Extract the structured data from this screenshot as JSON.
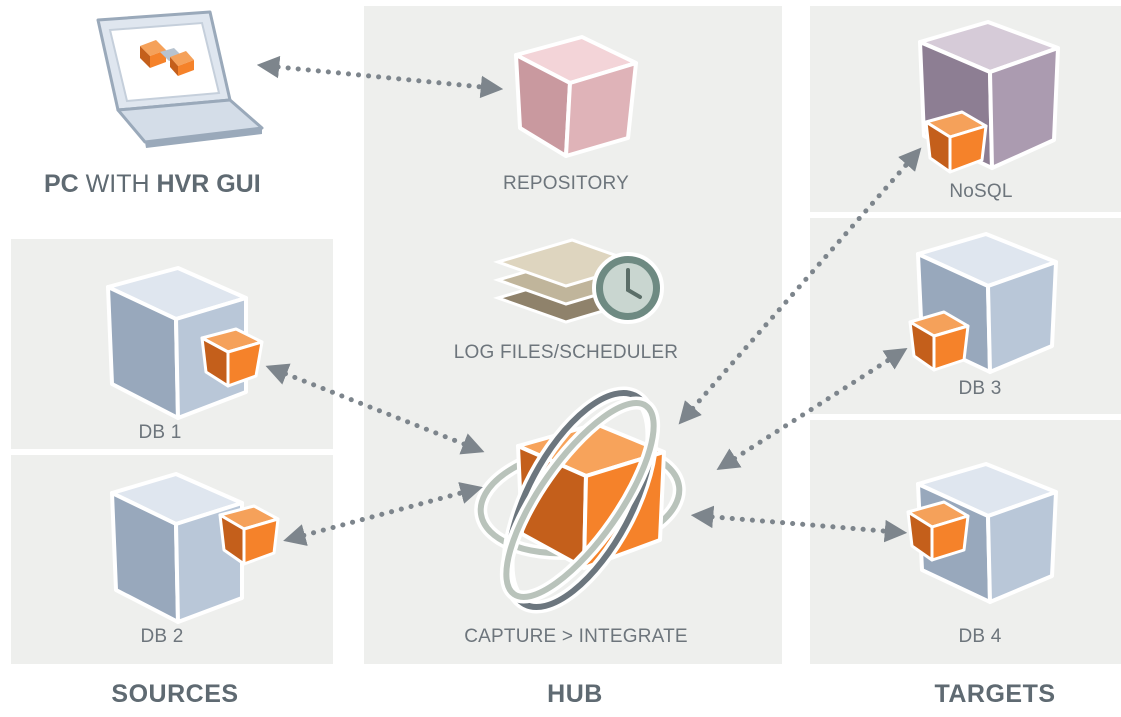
{
  "pc": {
    "title_bold_1": "PC",
    "title_mid": " WITH ",
    "title_bold_2": "HVR GUI"
  },
  "hub": {
    "repository_label": "REPOSITORY",
    "log_label": "LOG FILES/SCHEDULER",
    "capture_label": "CAPTURE > INTEGRATE"
  },
  "sources": {
    "db1_label": "DB 1",
    "db2_label": "DB 2"
  },
  "targets": {
    "nosql_label": "NoSQL",
    "db3_label": "DB 3",
    "db4_label": "DB 4"
  },
  "sections": {
    "sources": "SOURCES",
    "hub": "HUB",
    "targets": "TARGETS"
  },
  "colors": {
    "panel": "#eeefed",
    "orange": "#f5822a",
    "orange_dark": "#c45f1b",
    "db_blue": "#b9c7d8",
    "repo_pink": "#dfb3b8",
    "nosql_purple": "#ab9bb0",
    "arrow": "#7d858c"
  }
}
